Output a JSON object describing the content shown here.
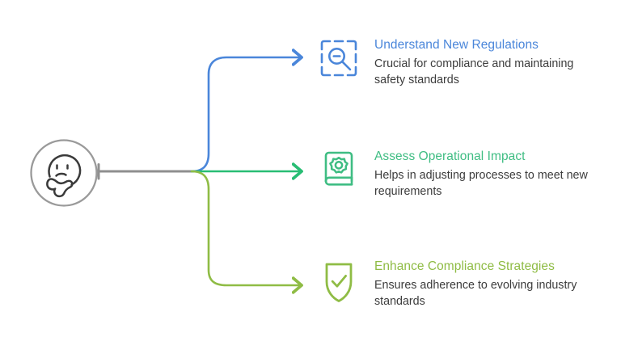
{
  "diagram": {
    "type": "branching-flow",
    "source": {
      "icon": "thinking-face-icon",
      "label": ""
    },
    "colors": {
      "blue": "#4a86da",
      "green": "#3fbd83",
      "olive": "#8fbc45",
      "gray_line": "#8f8f8f",
      "body_text": "#3c3c3c"
    },
    "branches": [
      {
        "icon": "dashed-square-zoom-out-icon",
        "title": "Understand New Regulations",
        "description": "Crucial for compliance and maintaining safety standards",
        "color": "#4a86da"
      },
      {
        "icon": "book-gear-icon",
        "title": "Assess Operational Impact",
        "description": "Helps in adjusting processes to meet new requirements",
        "color": "#3fbd83"
      },
      {
        "icon": "shield-check-icon",
        "title": "Enhance Compliance Strategies",
        "description": "Ensures adherence to evolving industry standards",
        "color": "#8fbc45"
      }
    ]
  }
}
